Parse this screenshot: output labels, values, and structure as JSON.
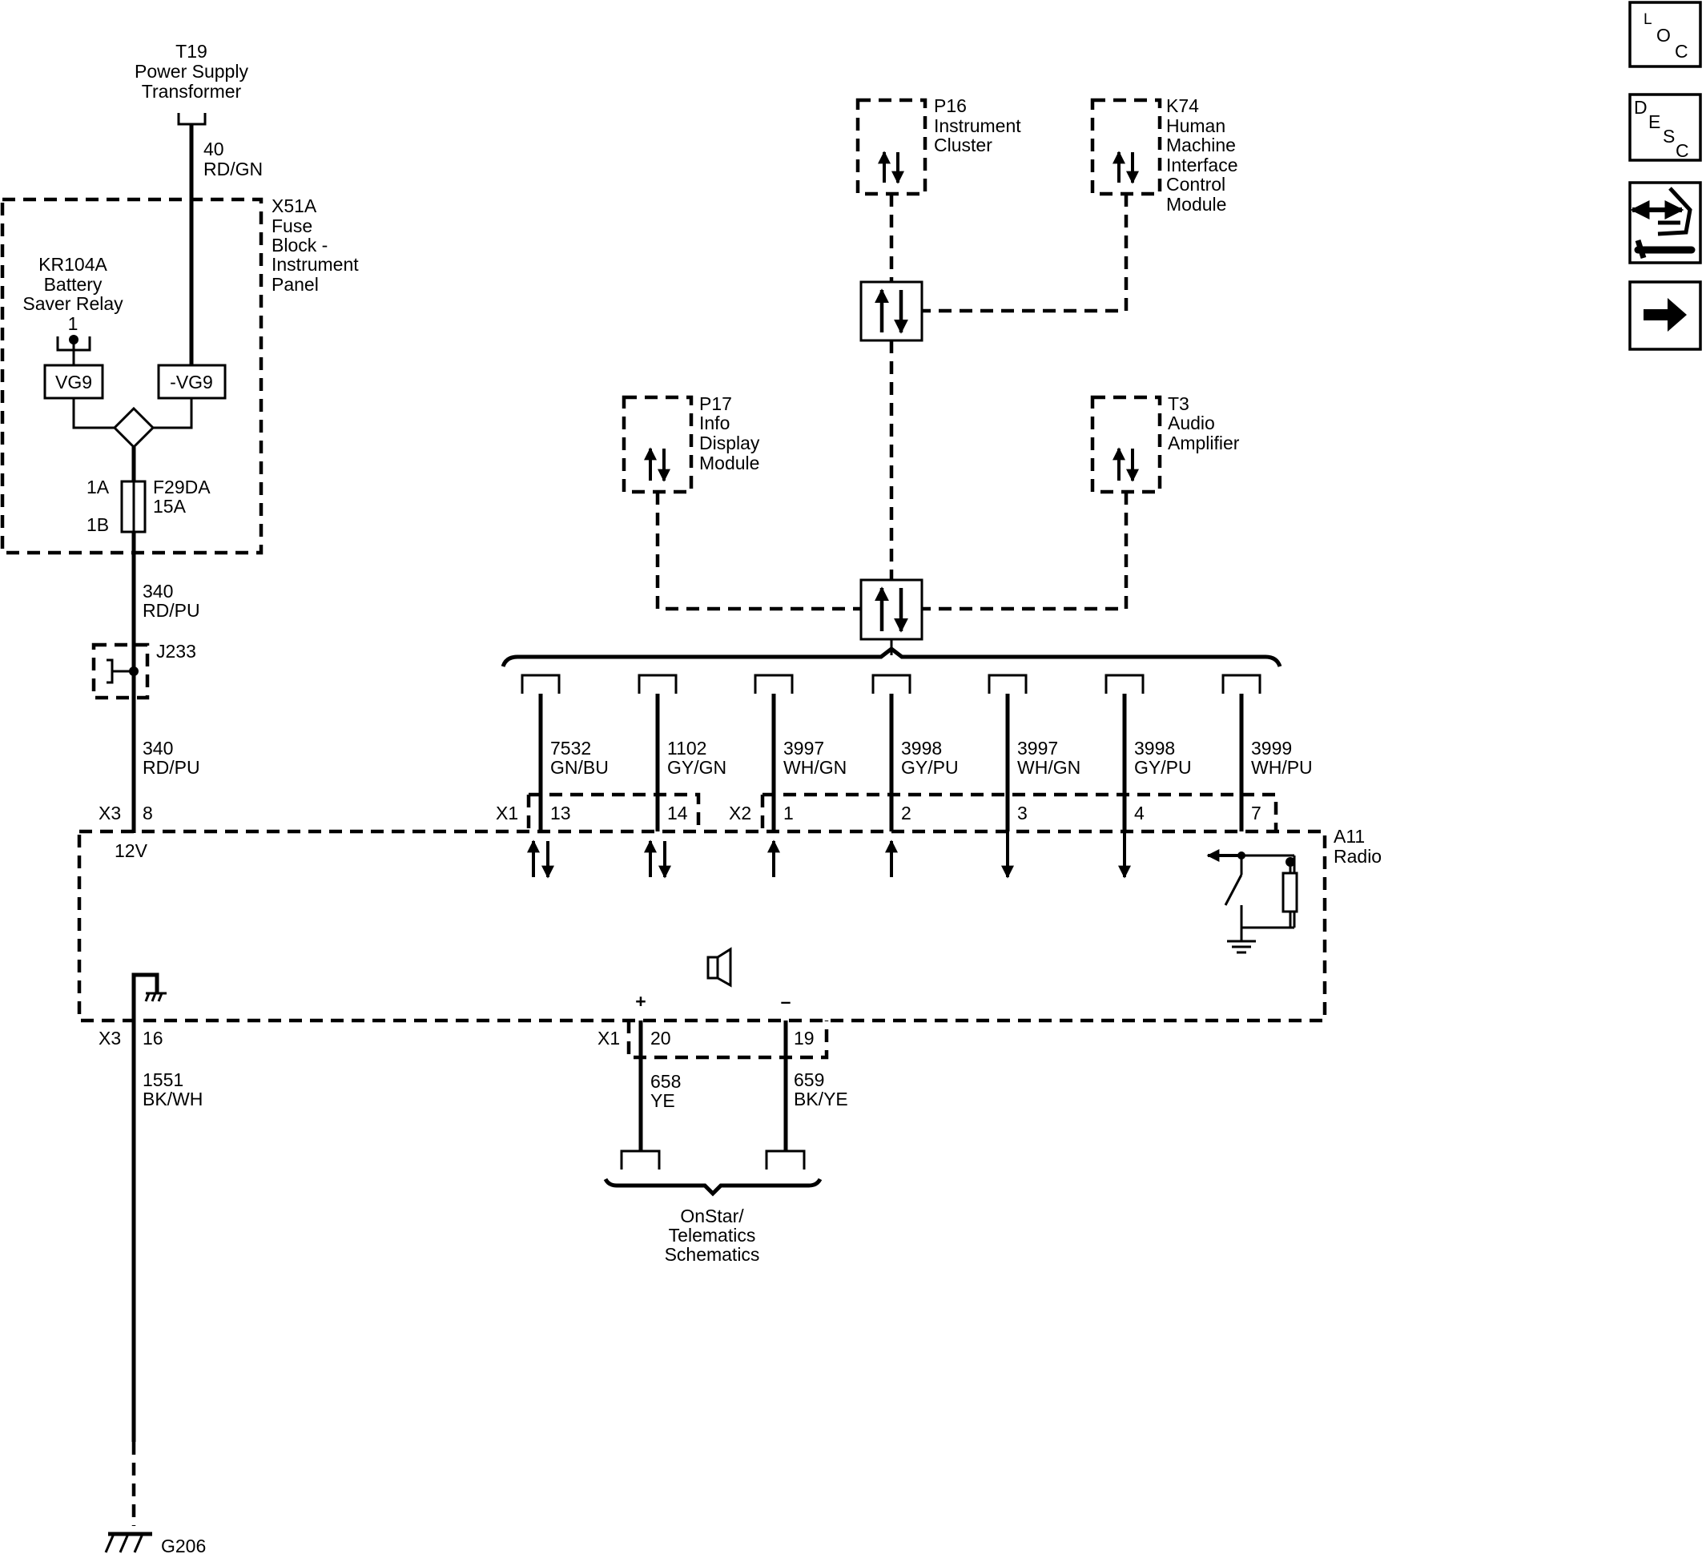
{
  "nav": {
    "loc": [
      "L",
      "O",
      "C"
    ],
    "desc": [
      "D",
      "E",
      "S",
      "C"
    ]
  },
  "power": {
    "t19": [
      "T19",
      "Power Supply",
      "Transformer"
    ],
    "wire_40": [
      "40",
      "RD/GN"
    ],
    "x51a": [
      "X51A",
      "Fuse",
      "Block -",
      "Instrument",
      "Panel"
    ],
    "kr104a": [
      "KR104A",
      "Battery",
      "Saver Relay"
    ],
    "kr104a_pin": "1",
    "vg9": "VG9",
    "neg_vg9": "-VG9",
    "fuse_1a": "1A",
    "fuse_1b": "1B",
    "fuse": [
      "F29DA",
      "15A"
    ],
    "wire_340_a": [
      "340",
      "RD/PU"
    ],
    "j233": "J233",
    "wire_340_b": [
      "340",
      "RD/PU"
    ],
    "x3_top": "X3",
    "pin_8": "8",
    "v12": "12V"
  },
  "modules": {
    "p16": [
      "P16",
      "Instrument",
      "Cluster"
    ],
    "k74": [
      "K74",
      "Human",
      "Machine",
      "Interface",
      "Control",
      "Module"
    ],
    "p17": [
      "P17",
      "Info",
      "Display",
      "Module"
    ],
    "t3": [
      "T3",
      "Audio",
      "Amplifier"
    ]
  },
  "bus_wires": [
    {
      "circuit": "7532",
      "color": "GN/BU",
      "connector": "X1",
      "pin": "13"
    },
    {
      "circuit": "1102",
      "color": "GY/GN",
      "connector": "",
      "pin": "14"
    },
    {
      "circuit": "3997",
      "color": "WH/GN",
      "connector": "X2",
      "pin": "1"
    },
    {
      "circuit": "3998",
      "color": "GY/PU",
      "connector": "",
      "pin": "2"
    },
    {
      "circuit": "3997",
      "color": "WH/GN",
      "connector": "",
      "pin": "3"
    },
    {
      "circuit": "3998",
      "color": "GY/PU",
      "connector": "",
      "pin": "4"
    },
    {
      "circuit": "3999",
      "color": "WH/PU",
      "connector": "",
      "pin": "7"
    }
  ],
  "radio": [
    "A11",
    "Radio"
  ],
  "ground": {
    "x3": "X3",
    "pin_16": "16",
    "wire_1551": [
      "1551",
      "BK/WH"
    ],
    "g206": "G206"
  },
  "speaker": {
    "plus": "+",
    "minus": "–",
    "x1": "X1",
    "pin_20": "20",
    "pin_19": "19",
    "wire_658": [
      "658",
      "YE"
    ],
    "wire_659": [
      "659",
      "BK/YE"
    ],
    "onstar": [
      "OnStar/",
      "Telematics",
      "Schematics"
    ]
  }
}
